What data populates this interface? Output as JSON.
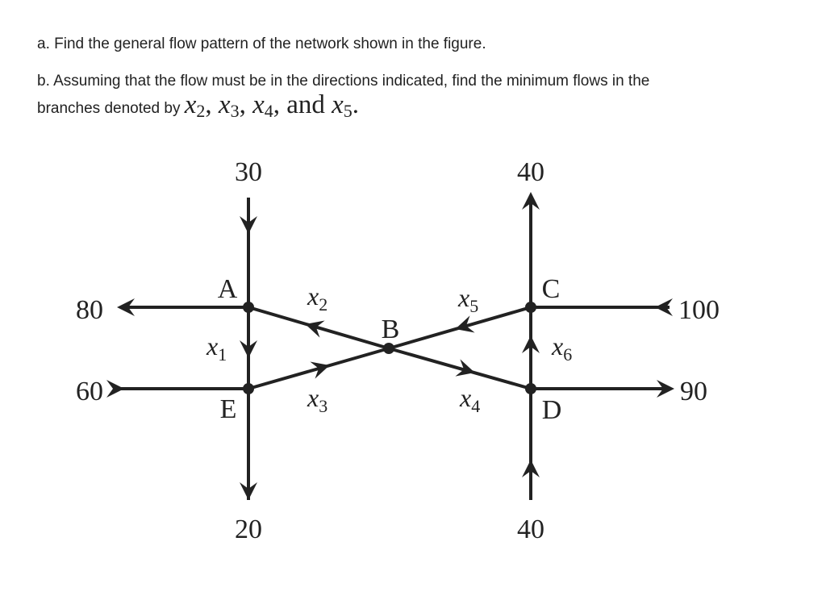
{
  "question": {
    "part_a": "a. Find the general flow pattern of the network shown in the figure.",
    "part_b_line1": "b. Assuming that the flow must be in the directions indicated, find the minimum flows in the",
    "part_b_line2": "branches denoted by",
    "part_b_math": {
      "x2": "x",
      "x2_sub": "2",
      "sep1": ", ",
      "x3": "x",
      "x3_sub": "3",
      "sep2": ", ",
      "x4": "x",
      "x4_sub": "4",
      "sep3": ", and ",
      "x5": "x",
      "x5_sub": "5",
      "end": "."
    }
  },
  "diagram": {
    "nodes": {
      "A": "A",
      "B": "B",
      "C": "C",
      "D": "D",
      "E": "E"
    },
    "external_flows": {
      "top_left": "30",
      "top_right": "40",
      "left_upper": "80",
      "left_lower": "60",
      "right_upper": "100",
      "right_lower": "90",
      "bottom_left": "20",
      "bottom_right": "40"
    },
    "branches": {
      "x1": {
        "var": "x",
        "sub": "1"
      },
      "x2": {
        "var": "x",
        "sub": "2"
      },
      "x3": {
        "var": "x",
        "sub": "3"
      },
      "x4": {
        "var": "x",
        "sub": "4"
      },
      "x5": {
        "var": "x",
        "sub": "5"
      },
      "x6": {
        "var": "x",
        "sub": "6"
      }
    }
  }
}
